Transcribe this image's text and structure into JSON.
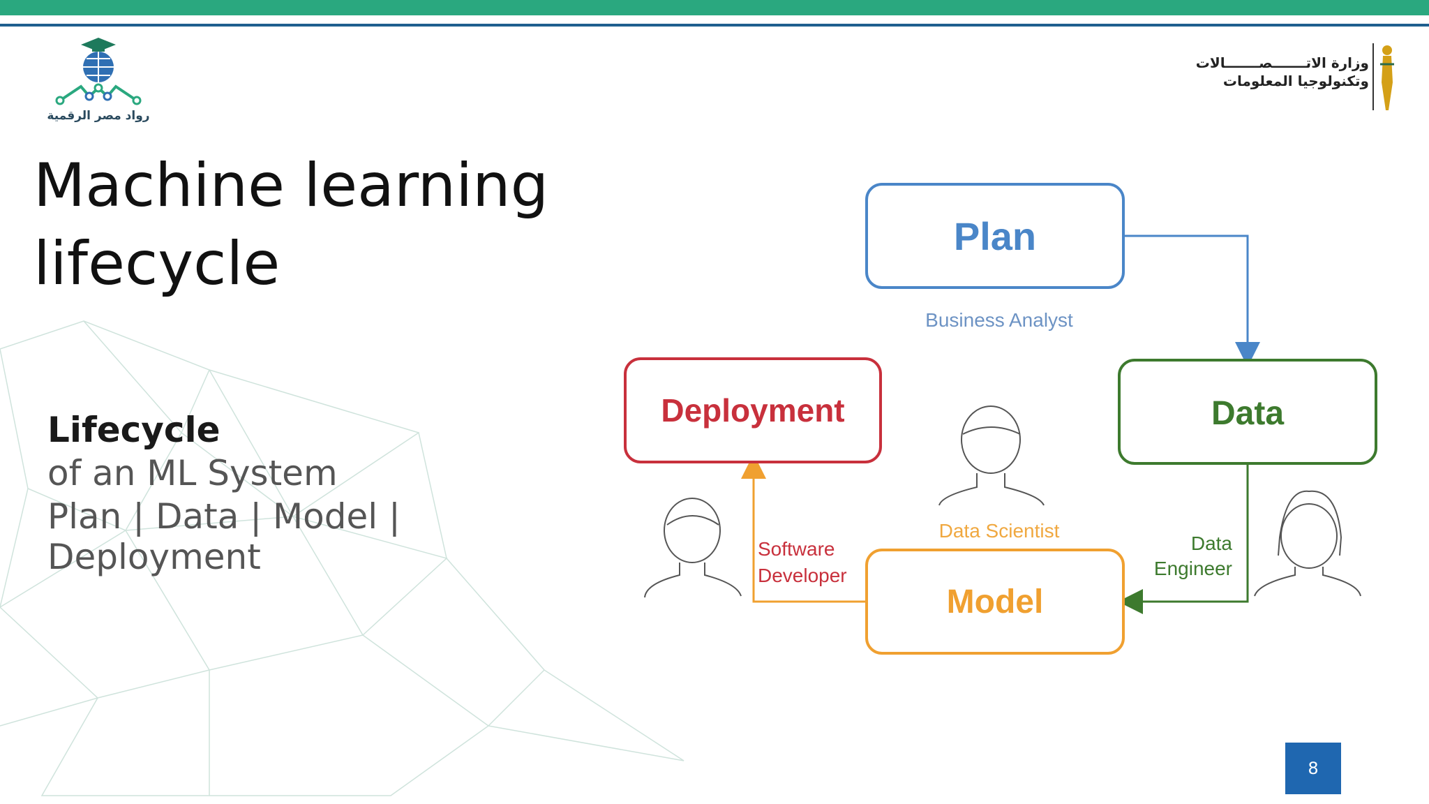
{
  "slide": {
    "title_line1": "Machine learning",
    "title_line2": "lifecycle",
    "subtitle_heading": "Lifecycle",
    "subtitle_line2": "of an ML System",
    "subtitle_line3": "Plan | Data | Model |",
    "subtitle_line4": "Deployment",
    "page_number": "8"
  },
  "logos": {
    "left_caption": "رواد مصر الرقمية",
    "right_line1": "وزارة الاتـــــــصـــــــالات",
    "right_line2": "وتكنولوجيا المعلومات"
  },
  "diagram": {
    "plan": "Plan",
    "data": "Data",
    "model": "Model",
    "deployment": "Deployment",
    "business_analyst": "Business Analyst",
    "data_scientist": "Data Scientist",
    "data_engineer_1": "Data",
    "data_engineer_2": "Engineer",
    "software_dev_1": "Software",
    "software_dev_2": "Developer"
  },
  "colors": {
    "plan": "#4a86c8",
    "data": "#3d7a2e",
    "model": "#f0a030",
    "deployment": "#c8303c",
    "top_bar": "#2aa87f"
  },
  "icons": [
    "globe-graduation-logo-icon",
    "pharaoh-logo-icon",
    "person-icon"
  ]
}
